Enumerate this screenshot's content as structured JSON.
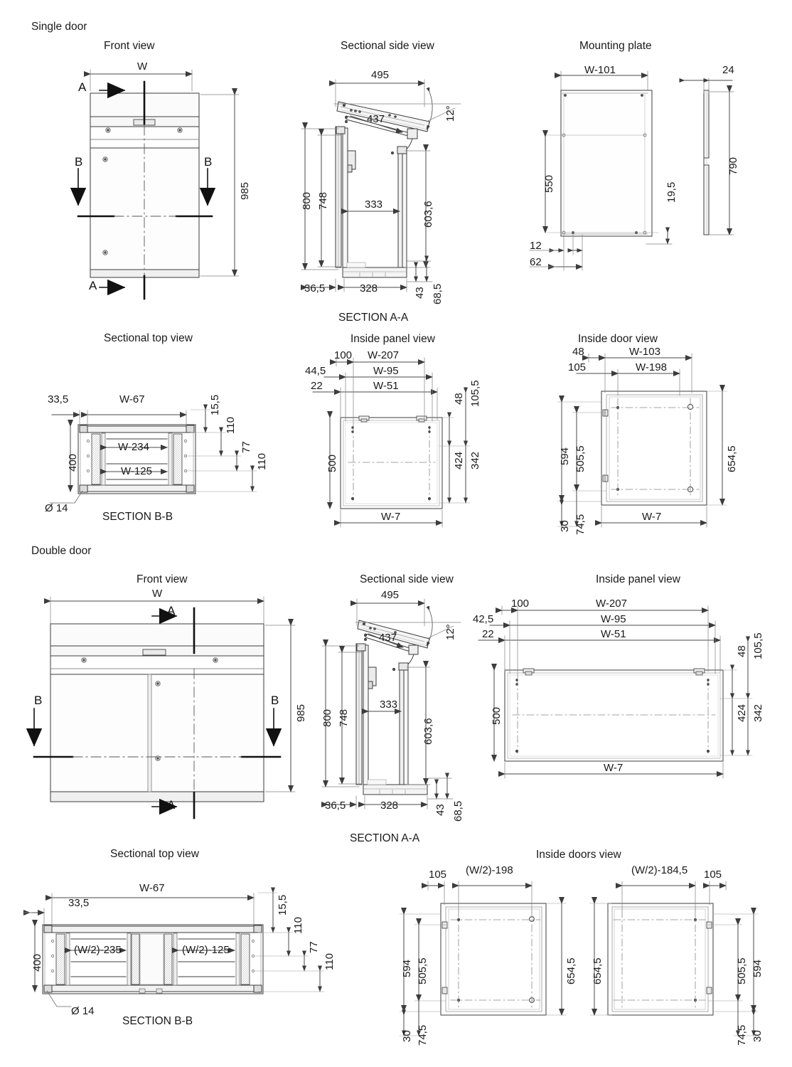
{
  "drawing": {
    "title_single": "Single door",
    "title_double": "Double door",
    "views": {
      "front": "Front view",
      "sectional_side": "Sectional side view",
      "mounting_plate": "Mounting plate",
      "sectional_top": "Sectional top view",
      "inside_panel": "Inside panel view",
      "inside_door": "Inside door view",
      "inside_doors": "Inside doors view"
    },
    "section_labels": {
      "aa": "SECTION A-A",
      "bb": "SECTION B-B",
      "mark_a": "A",
      "mark_b": "B"
    }
  },
  "single_door": {
    "front_view": {
      "width_label": "W",
      "height": "985",
      "marker_a_top": "A",
      "marker_a_bottom": "A",
      "marker_b_left": "B",
      "marker_b_right": "B"
    },
    "sectional_side_view": {
      "depth_top": "495",
      "lid_length": "437",
      "angle": "12°",
      "height_total": "800",
      "height_inner": "748",
      "inner_depth": "333",
      "door_height": "603,6",
      "base_front": "36,5",
      "base_depth": "328",
      "base_h1": "43",
      "base_h2": "68,5",
      "section": "SECTION A-A"
    },
    "mounting_plate": {
      "width": "W-101",
      "thickness": "24",
      "hole_span_v": "550",
      "height": "790",
      "edge_offset": "19,5",
      "offset_12": "12",
      "offset_62": "62"
    },
    "sectional_top_view": {
      "side_offset": "33,5",
      "width": "W-67",
      "depth": "400",
      "rail_1": "W-234",
      "rail_2": "W-125",
      "d_15_5": "15,5",
      "d_110_a": "110",
      "d_77": "77",
      "d_110_b": "110",
      "hole": "Ø 14",
      "section": "SECTION B-B"
    },
    "inside_panel_view": {
      "d_100": "100",
      "w_207": "W-207",
      "d_44_5": "44,5",
      "w_95": "W-95",
      "d_22": "22",
      "w_51": "W-51",
      "d_48": "48",
      "d_105_5": "105,5",
      "d_500": "500",
      "d_424": "424",
      "d_342": "342",
      "w_7": "W-7"
    },
    "inside_door_view": {
      "d_48": "48",
      "w_103": "W-103",
      "d_105": "105",
      "w_198": "W-198",
      "d_594": "594",
      "d_505_5": "505,5",
      "d_654_5": "654,5",
      "d_30": "30",
      "d_74_5": "74,5",
      "w_7": "W-7"
    }
  },
  "double_door": {
    "front_view": {
      "width_label": "W",
      "height": "985",
      "marker_a_top": "A",
      "marker_a_bottom": "A",
      "marker_b_left": "B",
      "marker_b_right": "B"
    },
    "sectional_side_view": {
      "depth_top": "495",
      "lid_length": "437",
      "angle": "12°",
      "height_total": "800",
      "height_inner": "748",
      "inner_depth": "333",
      "door_height": "603,6",
      "base_front": "36,5",
      "base_depth": "328",
      "base_h1": "43",
      "base_h2": "68,5",
      "section": "SECTION A-A"
    },
    "inside_panel_view": {
      "d_100": "100",
      "w_207": "W-207",
      "d_42_5": "42,5",
      "w_95": "W-95",
      "d_22": "22",
      "w_51": "W-51",
      "d_48": "48",
      "d_105_5": "105,5",
      "d_500": "500",
      "d_424": "424",
      "d_342": "342",
      "w_7": "W-7"
    },
    "sectional_top_view": {
      "width": "W-67",
      "side_offset": "33,5",
      "depth": "400",
      "rail_1": "(W/2)-235",
      "rail_2": "(W/2)-125",
      "d_15_5": "15,5",
      "d_110_a": "110",
      "d_77": "77",
      "d_110_b": "110",
      "hole": "Ø 14",
      "section": "SECTION B-B"
    },
    "inside_doors_view": {
      "left": {
        "d_105": "105",
        "w_198": "(W/2)-198",
        "d_594": "594",
        "d_505_5": "505,5",
        "d_654_5": "654,5",
        "d_30": "30",
        "d_74_5": "74,5"
      },
      "right": {
        "w_184_5": "(W/2)-184,5",
        "d_105": "105",
        "d_654_5": "654,5",
        "d_505_5": "505,5",
        "d_594": "594",
        "d_74_5": "74,5",
        "d_30": "30"
      }
    }
  },
  "style": {
    "line_color": "#3c3c3c",
    "thin_line_color": "#808080",
    "dim_line_color": "#4a4a4a",
    "fill_light": "#f2f2f2",
    "fill_mid": "#e2e2e2",
    "text_color": "#1a1a1a"
  }
}
